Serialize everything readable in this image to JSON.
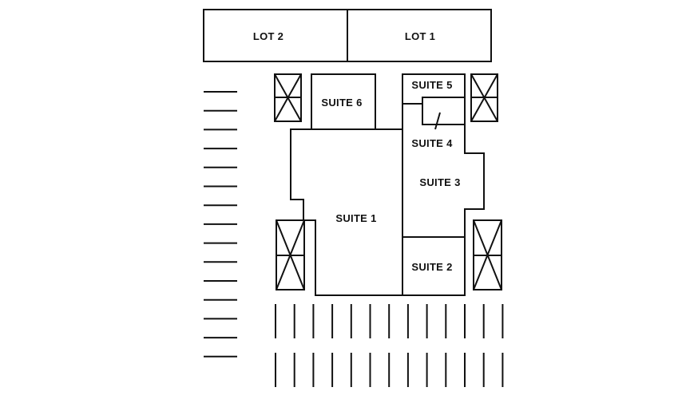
{
  "colors": {
    "background": "#ffffff",
    "line": "#111111"
  },
  "lots": [
    {
      "id": "lot-2",
      "label": "LOT 2"
    },
    {
      "id": "lot-1",
      "label": "LOT 1"
    }
  ],
  "suites": [
    {
      "id": "suite-1",
      "label": "SUITE 1"
    },
    {
      "id": "suite-2",
      "label": "SUITE 2"
    },
    {
      "id": "suite-3",
      "label": "SUITE 3"
    },
    {
      "id": "suite-4",
      "label": "SUITE 4"
    },
    {
      "id": "suite-5",
      "label": "SUITE 5"
    },
    {
      "id": "suite-6",
      "label": "SUITE 6"
    }
  ],
  "parking": {
    "left_column_stalls": 15,
    "bottom_row_stalls": 13,
    "bottom_rows": 2
  },
  "icons": {
    "obstacle_boxes": [
      "crossed-box-icon",
      "crossed-box-icon",
      "crossed-box-icon",
      "crossed-box-icon"
    ]
  }
}
